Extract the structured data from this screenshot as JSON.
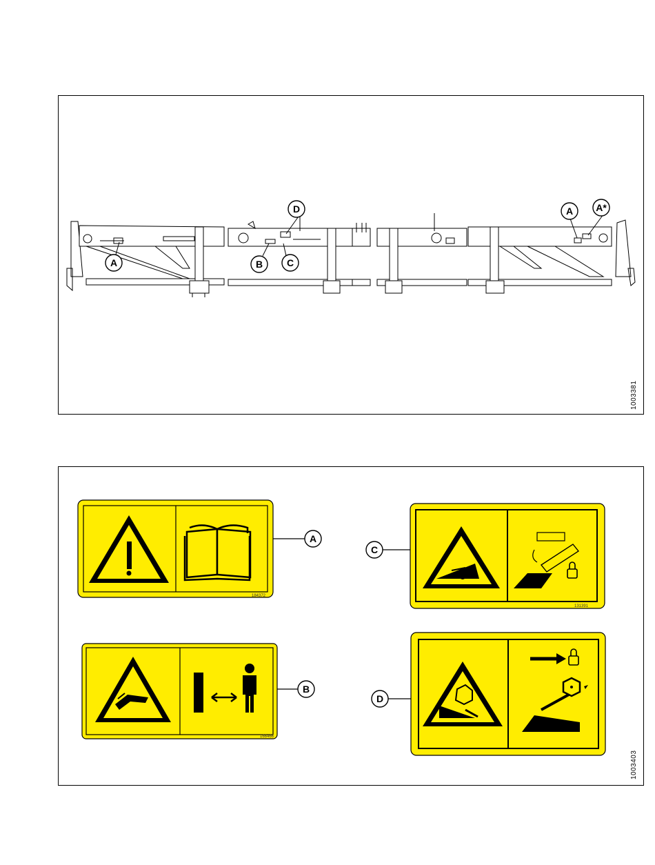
{
  "figures": [
    {
      "id": "1003381",
      "callouts": [
        "A",
        "A*",
        "A",
        "B",
        "C",
        "D"
      ]
    },
    {
      "id": "1003403",
      "decals": [
        {
          "callout": "A",
          "code": "184372"
        },
        {
          "callout": "B",
          "code": "166466"
        },
        {
          "callout": "C",
          "code": "131391"
        },
        {
          "callout": "D",
          "code": ""
        }
      ]
    }
  ],
  "colors": {
    "decal_yellow": "#FFED00",
    "line": "#000000"
  },
  "icons": [
    "warning-exclamation-icon",
    "operators-manual-icon",
    "crushing-hand-hazard-icon",
    "keep-distance-icon",
    "header-lift-hazard-icon",
    "lock-cylinder-stop-icon",
    "reel-lift-hazard-icon",
    "reel-safety-prop-icon"
  ]
}
